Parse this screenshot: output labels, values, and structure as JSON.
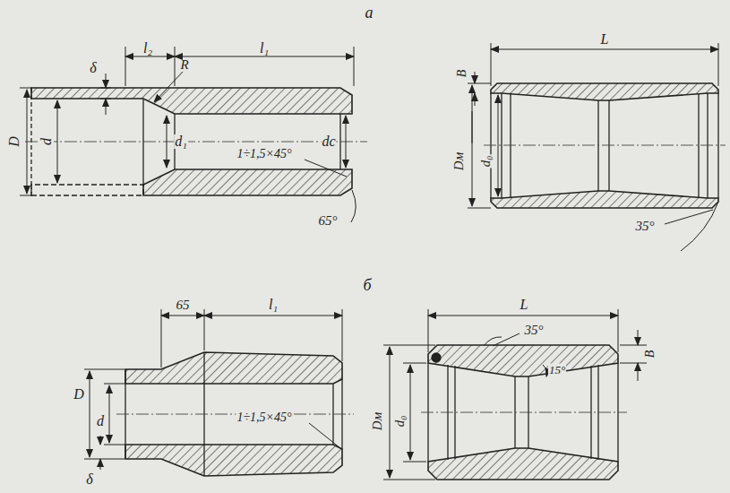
{
  "diagram": {
    "labels": [
      "а",
      "l₂",
      "l₁",
      "δ",
      "R",
      "D",
      "d",
      "d₁",
      "dс",
      "1÷1,5×45°",
      "65°",
      "L",
      "B",
      "Dм",
      "d₀",
      "35°",
      "б",
      "65",
      "l₁",
      "D",
      "d",
      "δ",
      "1÷1,5×45°",
      "L",
      "35°",
      "B",
      "15°",
      "Dм",
      "d₀"
    ]
  }
}
